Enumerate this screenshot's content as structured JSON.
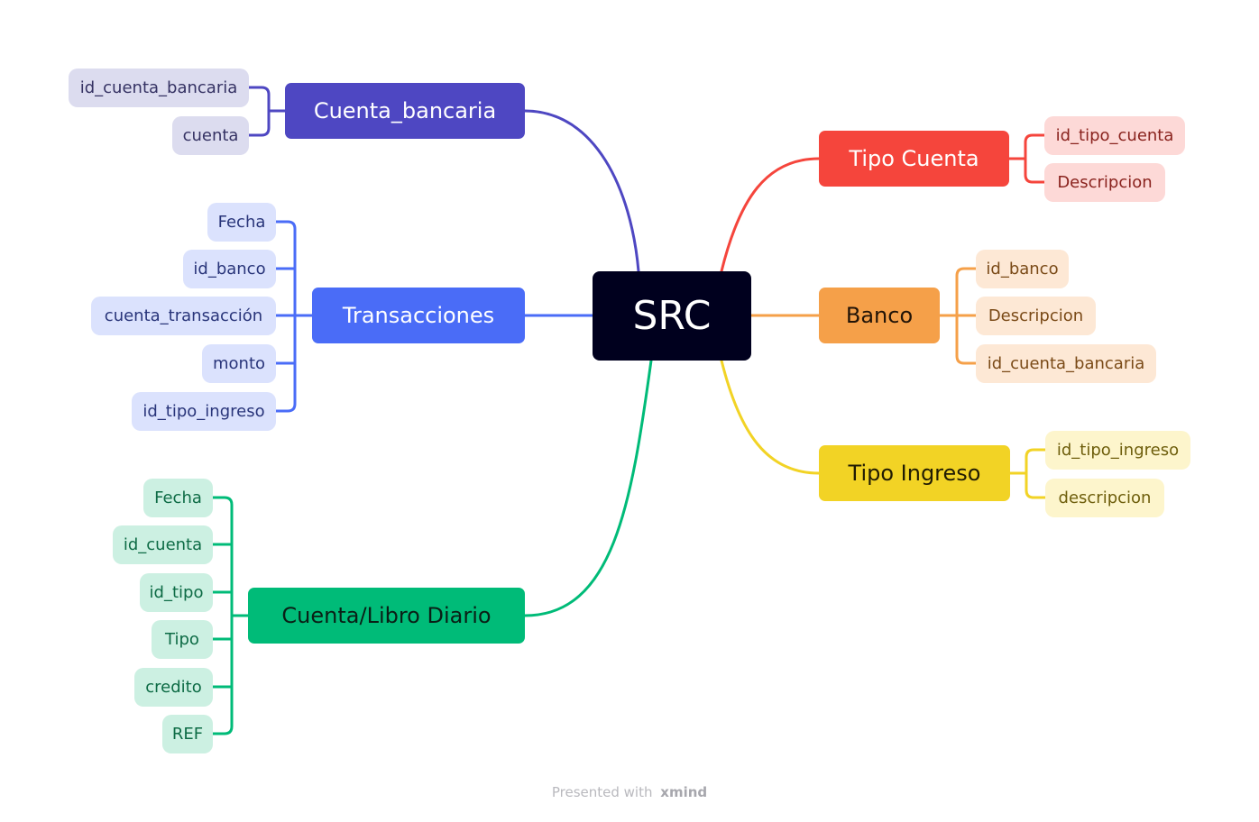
{
  "root": {
    "label": "SRC",
    "color": "#00001e"
  },
  "branches": {
    "cuenta_bancaria": {
      "label": "Cuenta_bancaria",
      "color": "#4e47c2",
      "children": [
        "id_cuenta_bancaria",
        "cuenta"
      ]
    },
    "transacciones": {
      "label": "Transacciones",
      "color": "#4a6cf7",
      "children": [
        "Fecha",
        "id_banco",
        "cuenta_transacción",
        "monto",
        "id_tipo_ingreso"
      ]
    },
    "cuenta_libro_diario": {
      "label": "Cuenta/Libro Diario",
      "color": "#00bb78",
      "children": [
        "Fecha",
        "id_cuenta",
        "id_tipo",
        "Tipo",
        "credito",
        "REF"
      ]
    },
    "tipo_cuenta": {
      "label": "Tipo Cuenta",
      "color": "#f5453c",
      "children": [
        "id_tipo_cuenta",
        "Descripcion"
      ]
    },
    "banco": {
      "label": "Banco",
      "color": "#f5a049",
      "children": [
        "id_banco",
        "Descripcion",
        "id_cuenta_bancaria"
      ]
    },
    "tipo_ingreso": {
      "label": "Tipo Ingreso",
      "color": "#f2d325",
      "children": [
        "id_tipo_ingreso",
        "descripcion"
      ]
    }
  },
  "footer": {
    "prefix": "Presented with",
    "brand": "xmind"
  }
}
